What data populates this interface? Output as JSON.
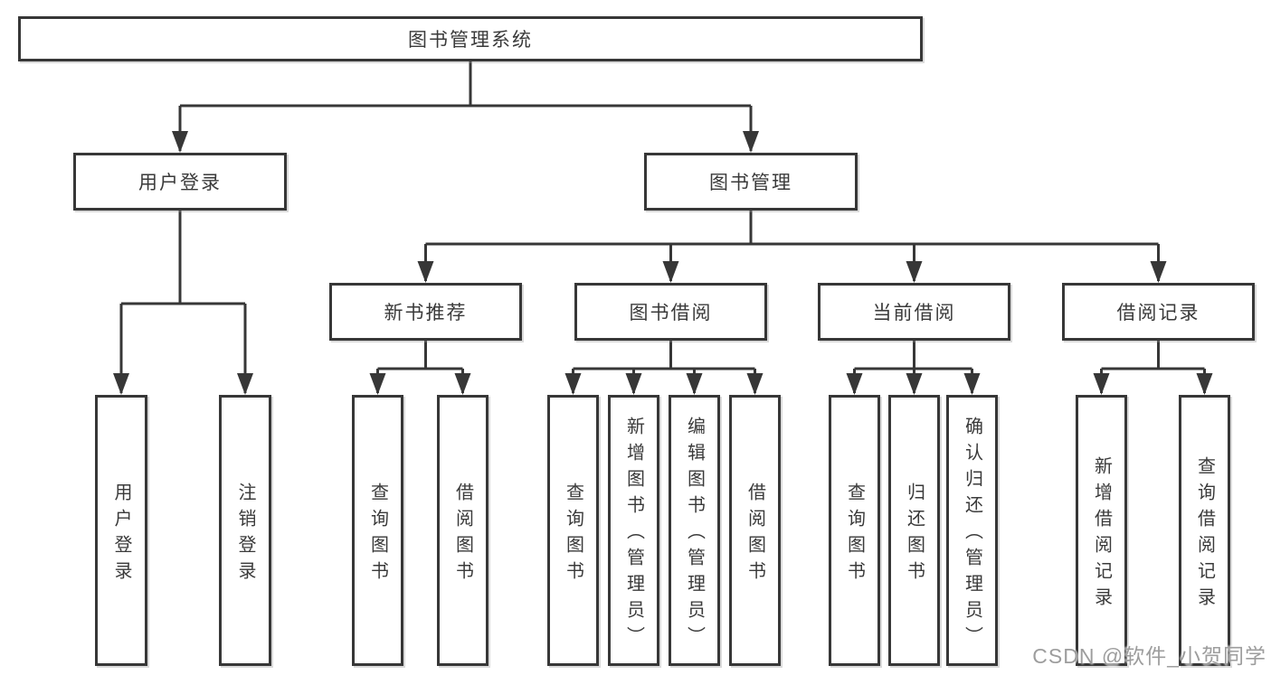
{
  "diagram": {
    "title": "图书管理系统",
    "root": {
      "label": "图书管理系统"
    },
    "branches": [
      {
        "label": "用户登录",
        "children": [
          {
            "label": "用户登录"
          },
          {
            "label": "注销登录"
          }
        ]
      },
      {
        "label": "图书管理",
        "children": [
          {
            "label": "新书推荐",
            "children": [
              {
                "label": "查询图书"
              },
              {
                "label": "借阅图书"
              }
            ]
          },
          {
            "label": "图书借阅",
            "children": [
              {
                "label": "查询图书"
              },
              {
                "label": "新增图书（管理员）"
              },
              {
                "label": "编辑图书（管理员）"
              },
              {
                "label": "借阅图书"
              }
            ]
          },
          {
            "label": "当前借阅",
            "children": [
              {
                "label": "查询图书"
              },
              {
                "label": "归还图书"
              },
              {
                "label": "确认归还（管理员）"
              }
            ]
          },
          {
            "label": "借阅记录",
            "children": [
              {
                "label": "新增借阅记录"
              },
              {
                "label": "查询借阅记录"
              }
            ]
          }
        ]
      }
    ]
  },
  "watermark": {
    "text": "CSDN @软件_小贺同学"
  },
  "colors": {
    "line": "#373737",
    "box_border": "#373737",
    "text": "#3a3a3a",
    "background": "#ffffff",
    "watermark": "#9d9d9d"
  }
}
